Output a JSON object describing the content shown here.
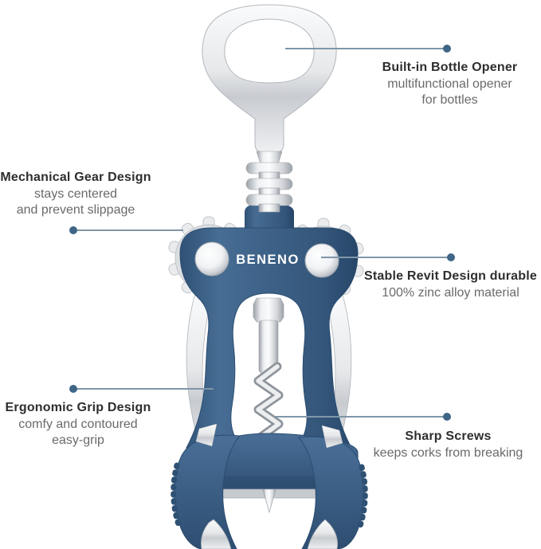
{
  "brand": "BENENO",
  "callouts": [
    {
      "title": "Built-in Bottle Opener",
      "lines": [
        "multifunctional opener",
        "for bottles"
      ]
    },
    {
      "title": "Mechanical Gear Design",
      "lines": [
        "stays centered",
        "and prevent slippage"
      ]
    },
    {
      "title": "Stable Revit Design durable",
      "lines": [
        "100% zinc alloy material"
      ]
    },
    {
      "title": "Ergonomic Grip Design",
      "lines": [
        "comfy and contoured",
        "easy-grip"
      ]
    },
    {
      "title": "Sharp Screws",
      "lines": [
        "keeps corks from breaking"
      ]
    }
  ],
  "colors": {
    "product_blue": "#3c5f85",
    "product_blue_dark": "#2b4d70",
    "chrome_light": "#f4f6f7",
    "chrome_dark": "#9ba1a8",
    "leader_line": "#8096a8",
    "leader_dot": "#3f6587",
    "title_text": "#2e2e2e",
    "body_text": "#6a6a6a",
    "brand_text": "#ffffff"
  }
}
